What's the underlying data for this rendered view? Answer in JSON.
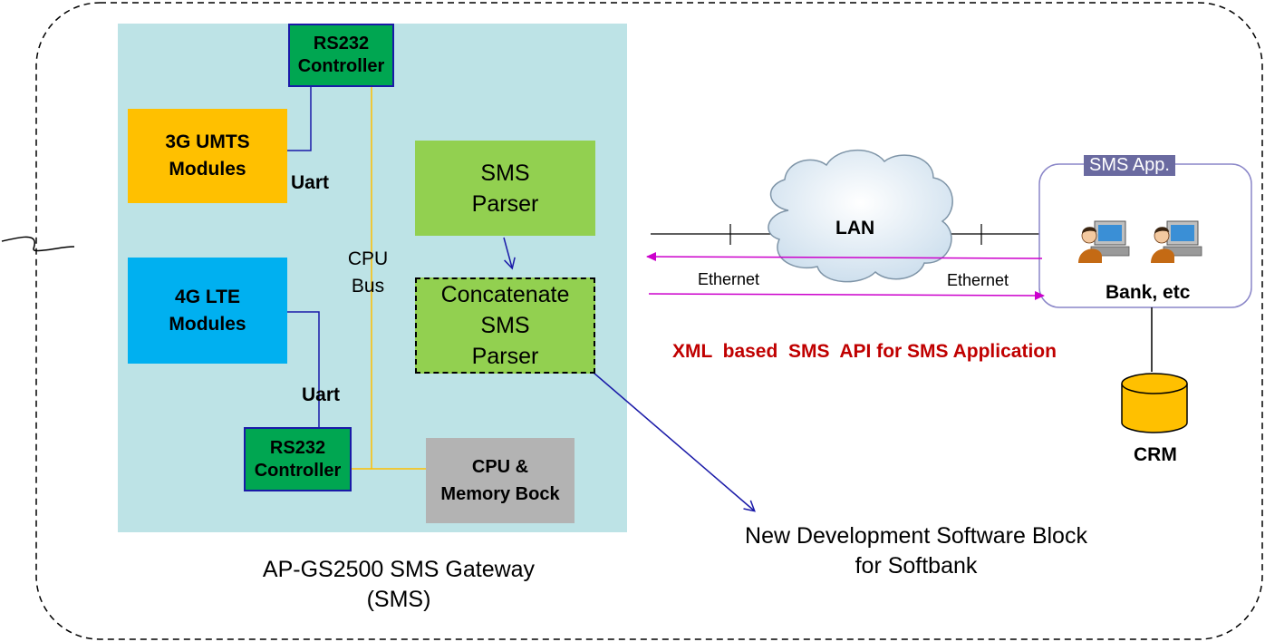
{
  "gateway": {
    "caption_line1": "AP-GS2500 SMS Gateway",
    "caption_line2": "(SMS)",
    "rs232_top": {
      "line1": "RS232",
      "line2": "Controller"
    },
    "umts": {
      "line1": "3G UMTS",
      "line2": "Modules"
    },
    "uart_top": "Uart",
    "lte": {
      "line1": "4G LTE",
      "line2": "Modules"
    },
    "uart_bottom": "Uart",
    "rs232_bottom": {
      "line1": "RS232",
      "line2": "Controller"
    },
    "cpu_bus": {
      "line1": "CPU",
      "line2": "Bus"
    },
    "sms_parser": {
      "line1": "SMS",
      "line2": "Parser"
    },
    "concat_parser": {
      "line1": "Concatenate",
      "line2": "SMS",
      "line3": "Parser"
    },
    "cpu_memory": {
      "line1": "CPU  &",
      "line2": "Memory Bock"
    }
  },
  "network": {
    "lan": "LAN",
    "ethernet_left": "Ethernet",
    "ethernet_right": "Ethernet",
    "api_label": "XML  based  SMS  API for SMS Application"
  },
  "sms_app": {
    "title": "SMS App.",
    "caption": "Bank, etc",
    "crm": "CRM"
  },
  "new_dev": {
    "line1": "New Development Software Block",
    "line2": "for Softbank"
  },
  "colors": {
    "gateway_bg": "#bde3e6",
    "rs232": "#00a651",
    "umts": "#ffc000",
    "lte": "#00b0f0",
    "parser": "#92d050",
    "cpu": "#b3b3b3",
    "api_text": "#c00000",
    "ethernet_arrow": "#cc00cc",
    "bus_line": "#ffc000",
    "connector": "#1a1aa8",
    "sms_app_border": "#8a86c8",
    "sms_app_title_bg": "#6a6aa0",
    "crm": "#ffc000"
  }
}
